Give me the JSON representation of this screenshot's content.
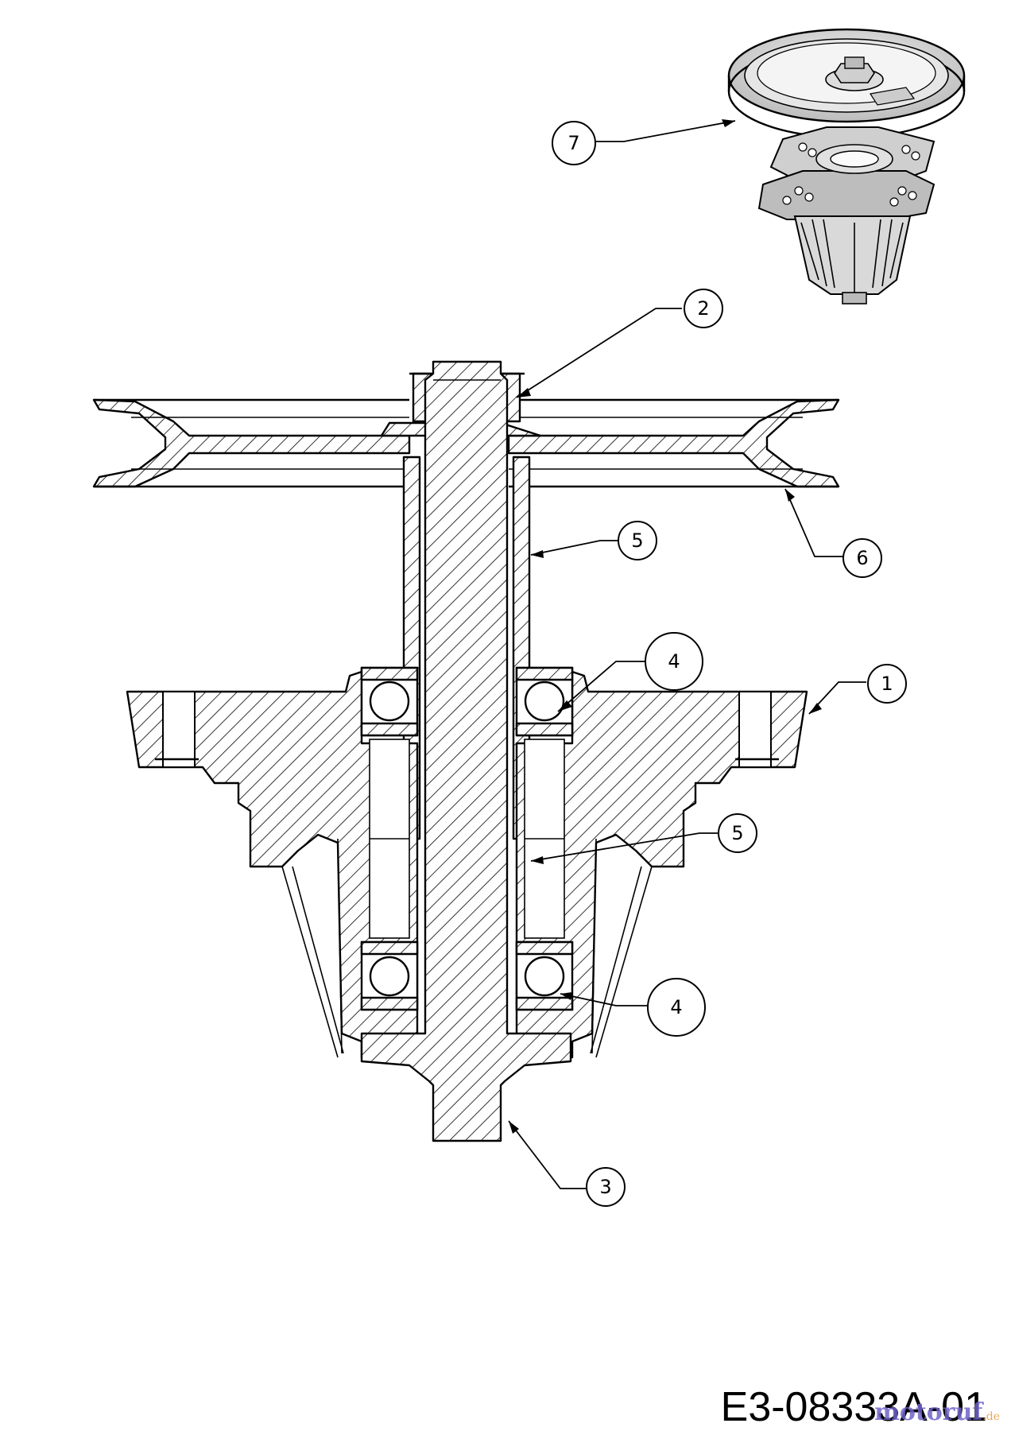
{
  "drawing": {
    "reference_code": "E3-08333A-01",
    "watermark": {
      "name": "motoruf",
      "tld": ".de"
    }
  },
  "callouts": [
    {
      "id": "c7",
      "label": "7"
    },
    {
      "id": "c2",
      "label": "2"
    },
    {
      "id": "c5a",
      "label": "5"
    },
    {
      "id": "c6",
      "label": "6"
    },
    {
      "id": "c4a",
      "label": "4"
    },
    {
      "id": "c1",
      "label": "1"
    },
    {
      "id": "c5b",
      "label": "5"
    },
    {
      "id": "c4b",
      "label": "4"
    },
    {
      "id": "c3",
      "label": "3"
    }
  ]
}
